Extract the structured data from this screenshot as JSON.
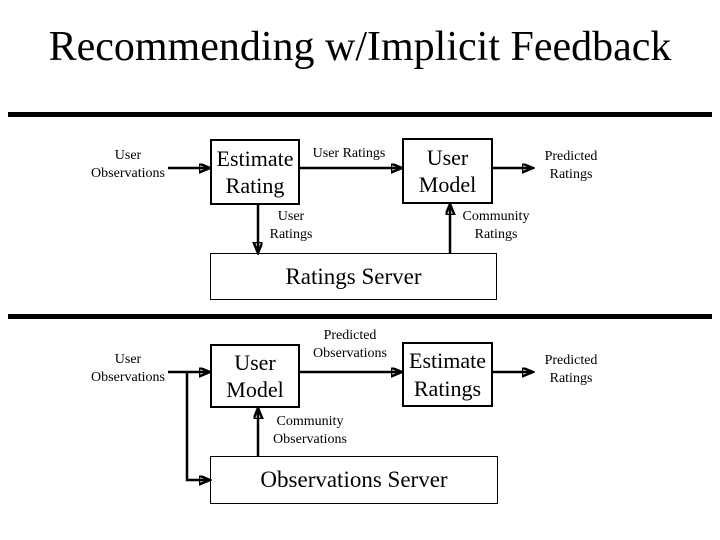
{
  "colors": {
    "background": "#ffffff",
    "ink": "#000000"
  },
  "title": "Recommending w/Implicit Feedback",
  "top_flow": {
    "user_observations_label": "User\nObservations",
    "estimate_rating_box": "Estimate\nRating",
    "user_ratings_in_label": "User Ratings",
    "user_model_box": "User\nModel",
    "predicted_ratings_label": "Predicted\nRatings",
    "user_ratings_down_label": "User\nRatings",
    "community_ratings_label": "Community\nRatings",
    "ratings_server_box": "Ratings Server"
  },
  "bottom_flow": {
    "user_observations_label": "User\nObservations",
    "user_model_box": "User\nModel",
    "predicted_observations_label": "Predicted\nObservations",
    "estimate_ratings_box": "Estimate\nRatings",
    "predicted_ratings_label": "Predicted\nRatings",
    "community_observations_label": "Community\nObservations",
    "observations_server_box": "Observations Server"
  },
  "diagram_edges": [
    {
      "diagram": "top",
      "from": "User Observations",
      "to": "Estimate Rating",
      "label": ""
    },
    {
      "diagram": "top",
      "from": "Estimate Rating",
      "to": "User Model",
      "label": "User Ratings"
    },
    {
      "diagram": "top",
      "from": "User Model",
      "to": "Predicted Ratings",
      "label": ""
    },
    {
      "diagram": "top",
      "from": "Estimate Rating",
      "to": "Ratings Server",
      "label": "User Ratings"
    },
    {
      "diagram": "top",
      "from": "Ratings Server",
      "to": "User Model",
      "label": "Community Ratings"
    },
    {
      "diagram": "bottom",
      "from": "User Observations",
      "to": "User Model",
      "label": ""
    },
    {
      "diagram": "bottom",
      "from": "User Observations",
      "to": "Observations Server",
      "label": ""
    },
    {
      "diagram": "bottom",
      "from": "User Model",
      "to": "Estimate Ratings",
      "label": "Predicted Observations"
    },
    {
      "diagram": "bottom",
      "from": "Estimate Ratings",
      "to": "Predicted Ratings",
      "label": ""
    },
    {
      "diagram": "bottom",
      "from": "Observations Server",
      "to": "User Model",
      "label": "Community Observations"
    }
  ]
}
